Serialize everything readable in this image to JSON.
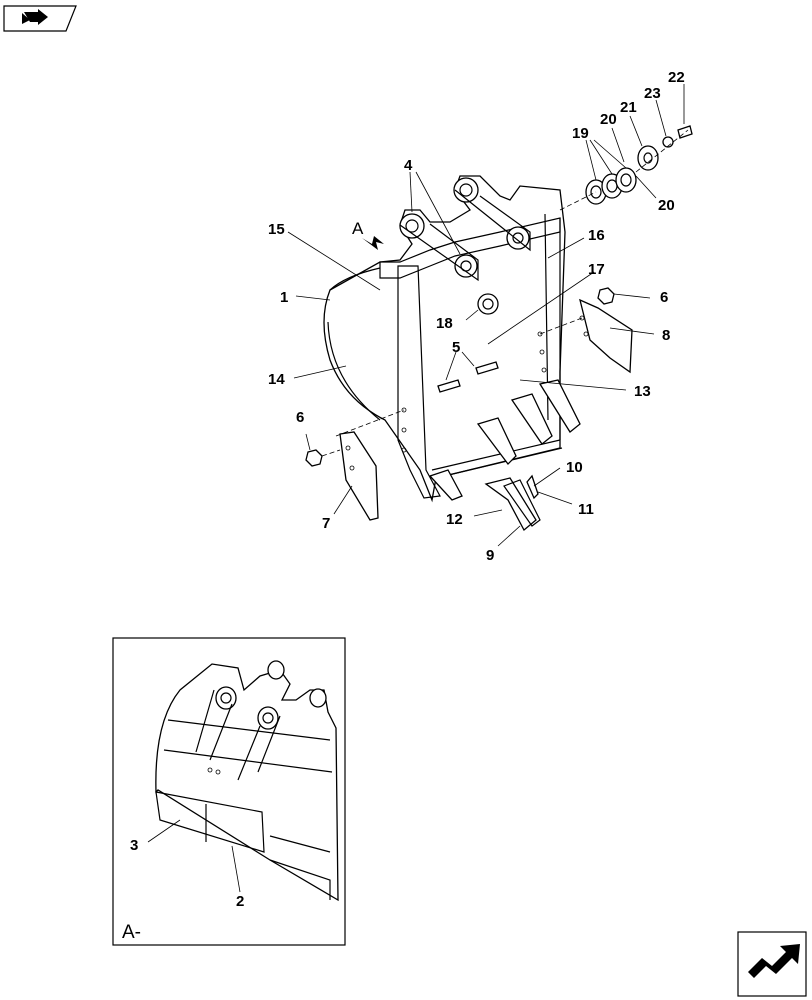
{
  "header": {
    "nav_icon": "book-arrow-icon"
  },
  "callouts": [
    {
      "id": "c1",
      "text": "1"
    },
    {
      "id": "c2",
      "text": "2"
    },
    {
      "id": "c3",
      "text": "3"
    },
    {
      "id": "c4",
      "text": "4"
    },
    {
      "id": "c5",
      "text": "5"
    },
    {
      "id": "c6a",
      "text": "6"
    },
    {
      "id": "c6b",
      "text": "6"
    },
    {
      "id": "c7",
      "text": "7"
    },
    {
      "id": "c8",
      "text": "8"
    },
    {
      "id": "c9",
      "text": "9"
    },
    {
      "id": "c10",
      "text": "10"
    },
    {
      "id": "c11",
      "text": "11"
    },
    {
      "id": "c12",
      "text": "12"
    },
    {
      "id": "c13",
      "text": "13"
    },
    {
      "id": "c14",
      "text": "14"
    },
    {
      "id": "c15",
      "text": "15"
    },
    {
      "id": "c16",
      "text": "16"
    },
    {
      "id": "c17",
      "text": "17"
    },
    {
      "id": "c18",
      "text": "18"
    },
    {
      "id": "c19",
      "text": "19"
    },
    {
      "id": "c20a",
      "text": "20"
    },
    {
      "id": "c20b",
      "text": "20"
    },
    {
      "id": "c21",
      "text": "21"
    },
    {
      "id": "c22",
      "text": "22"
    },
    {
      "id": "c23",
      "text": "23"
    }
  ],
  "view_marker": {
    "label": "A"
  },
  "detail_view": {
    "label": "A-"
  },
  "footer": {
    "nav_icon": "next-page-arrow-icon"
  }
}
